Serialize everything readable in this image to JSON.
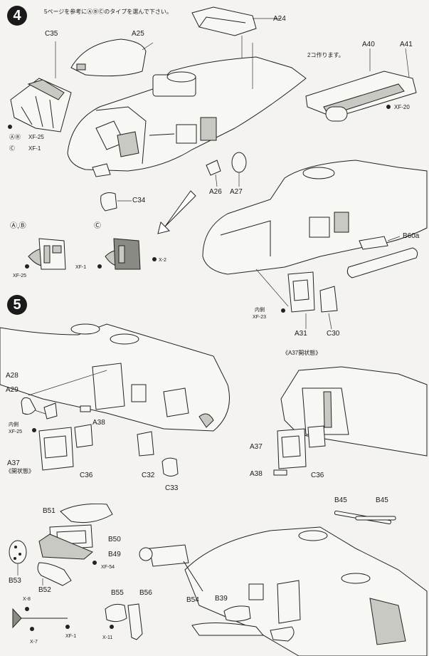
{
  "step4": {
    "number": "4",
    "note": "5ページを参考にⒶⒷⒸのタイプを選んで下さい。",
    "note_make2": "2コ作ります。",
    "parts": {
      "a24": "A24",
      "a25": "A25",
      "c35": "C35",
      "a40": "A40",
      "a41": "A41",
      "a26": "A26",
      "a27": "A27",
      "c34": "C34",
      "b60a": "B60a",
      "a31": "A31",
      "c30": "C30"
    },
    "type_ab": "Ⓐ,Ⓑ",
    "type_c": "Ⓒ",
    "type_ab_label": "ⒶⒷ",
    "type_c_label": "Ⓒ",
    "screws": {
      "xf25_a": "XF-25",
      "xf1_a": "XF-1",
      "xf20": "XF-20",
      "xf25_b": "XF-25",
      "xf1_b": "XF-1",
      "x2": "X-2",
      "xf23": "XF-23"
    },
    "inside": "内側"
  },
  "step5": {
    "number": "5",
    "a37_open_header": "《A37開状態》",
    "a37_open": "《開状態》",
    "inside": "内側",
    "parts": {
      "a28": "A28",
      "a29": "A29",
      "a37": "A37",
      "a38": "A38",
      "c36": "C36",
      "c32": "C32",
      "c33": "C33",
      "a37b": "A37",
      "a38b": "A38",
      "c36b": "C36",
      "b51": "B51",
      "b50": "B50",
      "b49": "B49",
      "b53": "B53",
      "b52": "B52",
      "b55": "B55",
      "b56": "B56",
      "b45a": "B45",
      "b45b": "B45",
      "b54": "B54",
      "b39": "B39"
    },
    "screws": {
      "xf25": "XF-25",
      "xf54": "XF-54",
      "x8": "X-8",
      "x7": "X-7",
      "xf1": "XF-1",
      "x11": "X-11"
    }
  }
}
